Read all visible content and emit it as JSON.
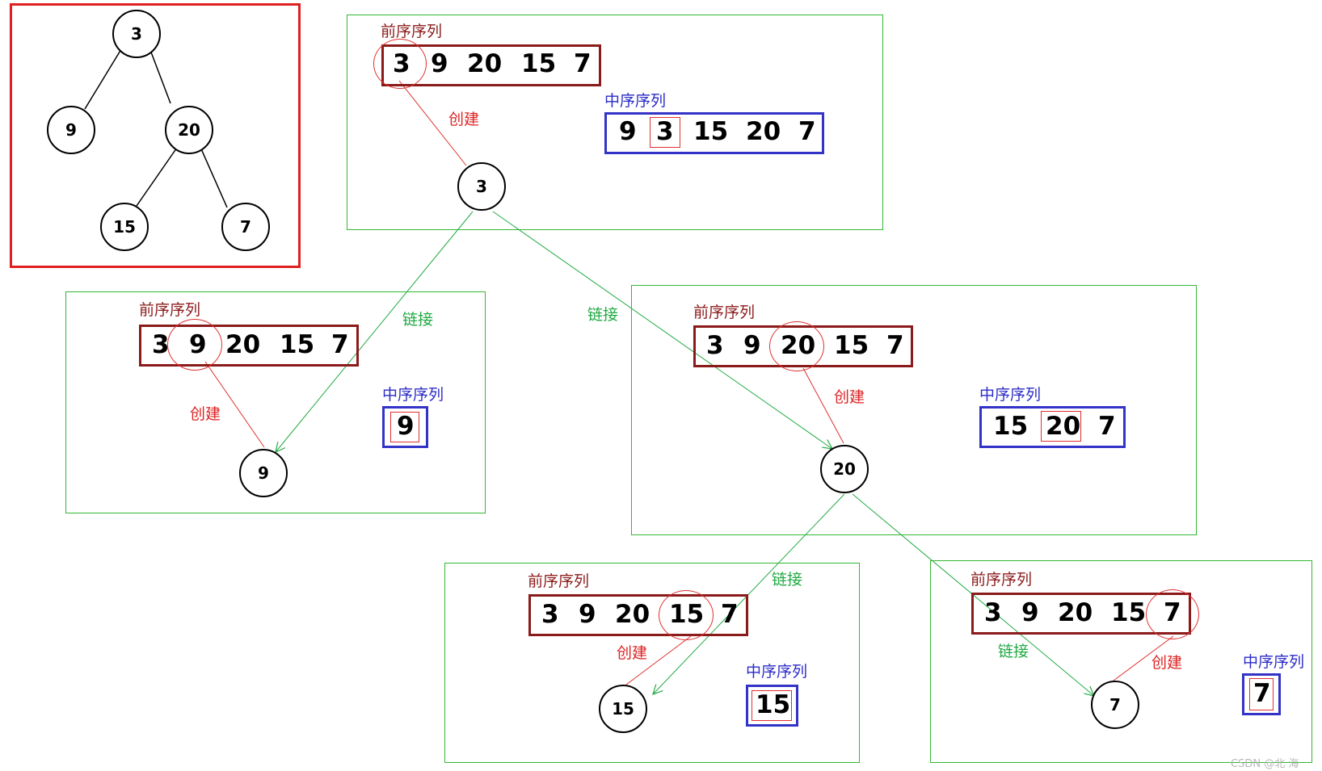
{
  "tree": {
    "root": "3",
    "left": "9",
    "right": "20",
    "right_left": "15",
    "right_right": "7"
  },
  "labels": {
    "preorder": "前序序列",
    "inorder": "中序序列",
    "create": "创建",
    "link": "链接"
  },
  "steps": [
    {
      "preorder": [
        "3",
        "9",
        "20",
        "15",
        "7"
      ],
      "inorder": [
        "9",
        "3",
        "15",
        "20",
        "7"
      ],
      "node": "3"
    },
    {
      "preorder": [
        "3",
        "9",
        "20",
        "15",
        "7"
      ],
      "inorder": [
        "9"
      ],
      "node": "9"
    },
    {
      "preorder": [
        "3",
        "9",
        "20",
        "15",
        "7"
      ],
      "inorder": [
        "15",
        "20",
        "7"
      ],
      "node": "20"
    },
    {
      "preorder": [
        "3",
        "9",
        "20",
        "15",
        "7"
      ],
      "inorder": [
        "15"
      ],
      "node": "15"
    },
    {
      "preorder": [
        "3",
        "9",
        "20",
        "15",
        "7"
      ],
      "inorder": [
        "7"
      ],
      "node": "7"
    }
  ],
  "watermark": "CSDN @北 海",
  "colors": {
    "tree_border": "#e02020",
    "panel_border": "#33b833",
    "preorder_border": "#8b1a1a",
    "inorder_border": "#3333c8",
    "create_line": "#e03030",
    "link_line": "#22aa44"
  }
}
